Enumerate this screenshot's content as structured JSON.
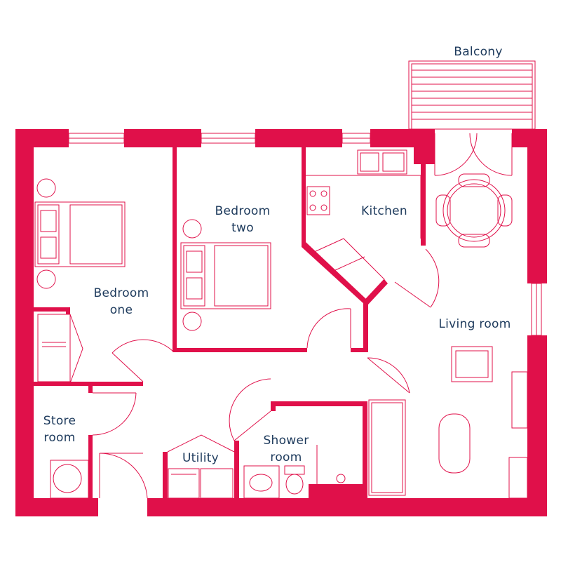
{
  "colors": {
    "wall": "#e0104a",
    "label": "#1d3a5c",
    "background": "#ffffff"
  },
  "rooms": {
    "balcony": "Balcony",
    "bedroom_two_l1": "Bedroom",
    "bedroom_two_l2": "two",
    "kitchen": "Kitchen",
    "bedroom_one_l1": "Bedroom",
    "bedroom_one_l2": "one",
    "living_room": "Living room",
    "store_room_l1": "Store",
    "store_room_l2": "room",
    "shower_room_l1": "Shower",
    "shower_room_l2": "room",
    "utility": "Utility"
  }
}
